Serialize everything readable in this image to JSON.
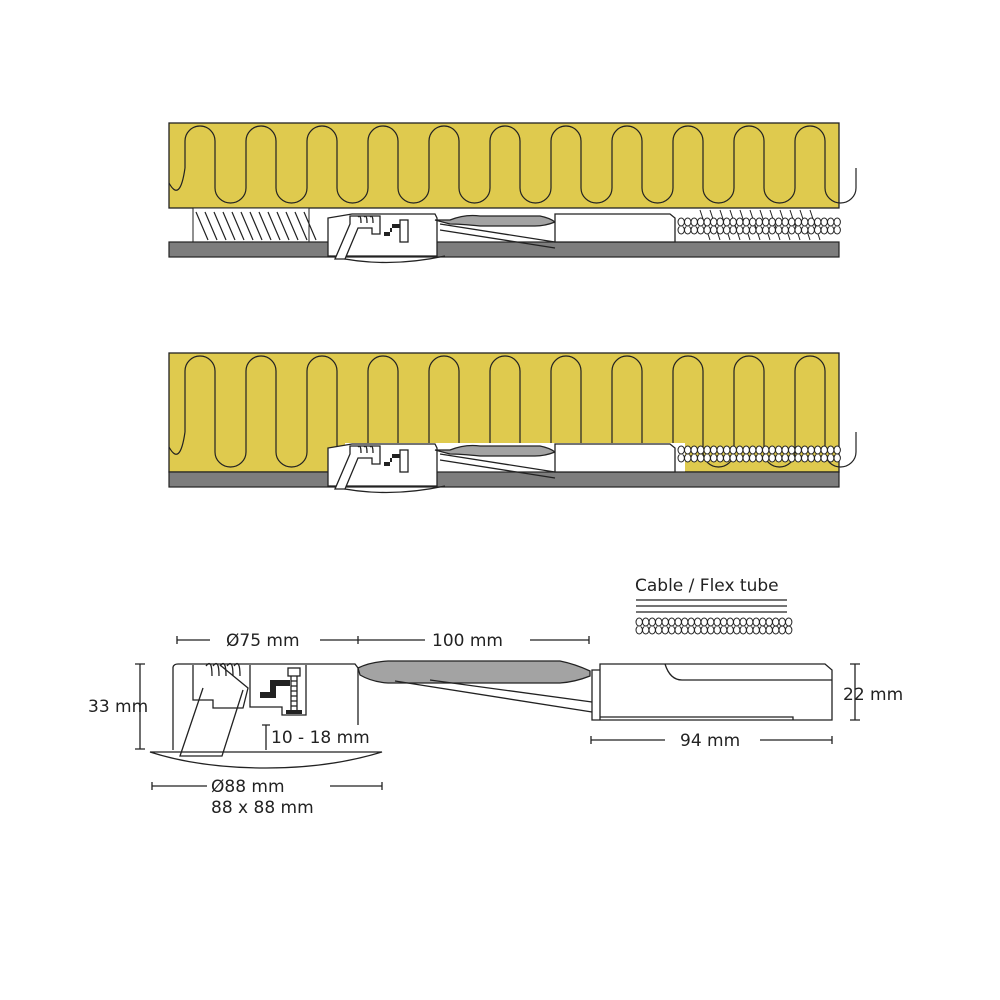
{
  "colors": {
    "insulation": "#dfca4e",
    "board": "#7d7d7d",
    "cable": "#a3a3a3",
    "line": "#222222"
  },
  "scenes": [
    {
      "name": "installation-with-gap",
      "label": ""
    },
    {
      "name": "installation-full-insulation",
      "label": ""
    }
  ],
  "legend": {
    "cable_flex_label": "Cable / Flex tube"
  },
  "dimensions": {
    "cutout_diameter": "Ø75 mm",
    "cable_length": "100 mm",
    "height": "33 mm",
    "ceiling_thickness": "10 - 18 mm",
    "outer_diameter": "Ø88 mm",
    "outer_square": "88 x 88 mm",
    "driver_height": "22 mm",
    "driver_length": "94 mm"
  }
}
